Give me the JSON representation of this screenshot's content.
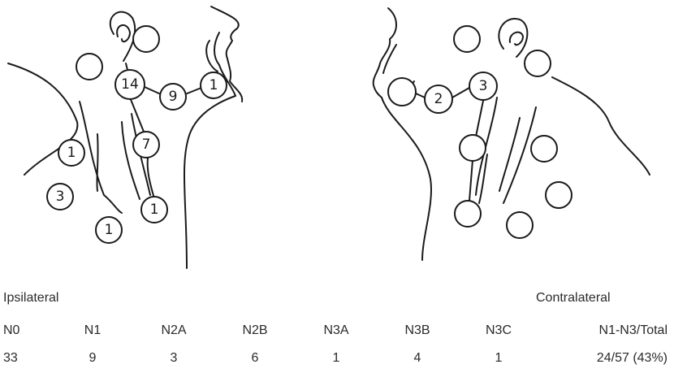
{
  "labels": {
    "ipsilateral": "Ipsilateral",
    "contralateral": "Contralateral"
  },
  "diagram": {
    "ipsilateral_counts": {
      "upper_jugular": "14",
      "submandibular": "9",
      "submental": "1",
      "mid_jugular": "7",
      "lower_jugular": "1",
      "posterior_upper": "1",
      "posterior_mid": "3",
      "supraclavicular": "1"
    },
    "contralateral_counts": {
      "submandibular": "2",
      "upper_jugular": "3"
    }
  },
  "table": {
    "headers": [
      "N0",
      "N1",
      "N2A",
      "N2B",
      "N3A",
      "N3B",
      "N3C",
      "N1-N3/Total"
    ],
    "values": [
      "33",
      "9",
      "3",
      "6",
      "1",
      "4",
      "1",
      "24/57 (43%)"
    ]
  }
}
